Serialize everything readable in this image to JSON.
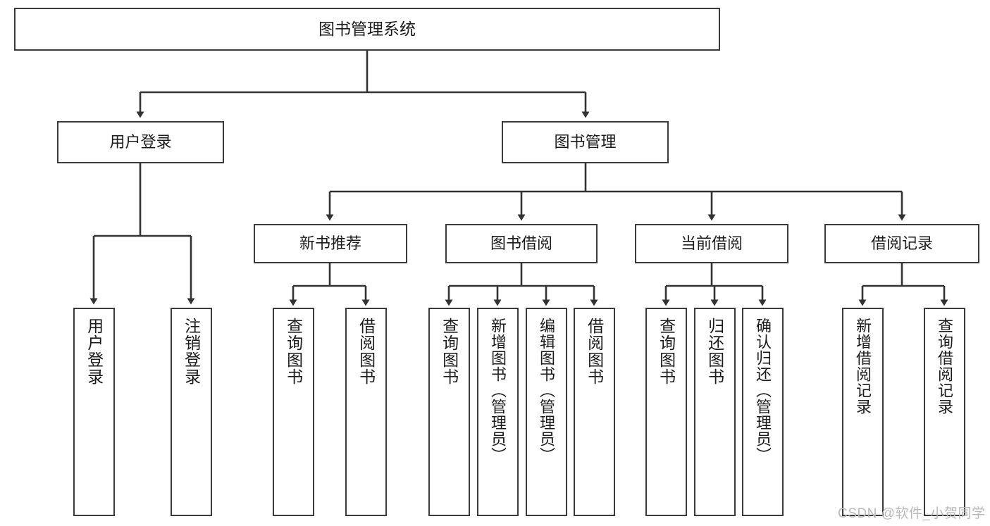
{
  "diagram": {
    "title": "图书管理系统",
    "type": "tree",
    "style": {
      "background": "#ffffff",
      "box_border": "#3a3a3a",
      "box_fill": "#ffffff",
      "text_color": "#1b1b1b",
      "edge_color": "#333333",
      "watermark_color": "#b9b9b9"
    },
    "watermark": "CSDN @软件_小贺同学",
    "nodes": {
      "root": {
        "label": "图书管理系统"
      },
      "level1": [
        {
          "id": "user-login",
          "label": "用户登录"
        },
        {
          "id": "book-manage",
          "label": "图书管理"
        }
      ],
      "level2": [
        {
          "id": "new-book-recommend",
          "label": "新书推荐"
        },
        {
          "id": "book-borrow",
          "label": "图书借阅"
        },
        {
          "id": "current-borrow",
          "label": "当前借阅"
        },
        {
          "id": "borrow-record",
          "label": "借阅记录"
        }
      ],
      "leaves": {
        "user-login": [
          {
            "id": "leaf-user-login",
            "label": "用户登录"
          },
          {
            "id": "leaf-user-logout",
            "label": "注销登录"
          }
        ],
        "new-book-recommend": [
          {
            "id": "leaf-query-book-1",
            "label": "查询图书"
          },
          {
            "id": "leaf-borrow-book-1",
            "label": "借阅图书"
          }
        ],
        "book-borrow": [
          {
            "id": "leaf-query-book-2",
            "label": "查询图书"
          },
          {
            "id": "leaf-add-book",
            "label": "新增图书（管理员）"
          },
          {
            "id": "leaf-edit-book",
            "label": "编辑图书（管理员）"
          },
          {
            "id": "leaf-borrow-book-2",
            "label": "借阅图书"
          }
        ],
        "current-borrow": [
          {
            "id": "leaf-query-book-3",
            "label": "查询图书"
          },
          {
            "id": "leaf-return-book",
            "label": "归还图书"
          },
          {
            "id": "leaf-confirm-return",
            "label": "确认归还（管理员）"
          }
        ],
        "borrow-record": [
          {
            "id": "leaf-add-record",
            "label": "新增借阅记录"
          },
          {
            "id": "leaf-query-record",
            "label": "查询借阅记录"
          }
        ]
      }
    }
  }
}
